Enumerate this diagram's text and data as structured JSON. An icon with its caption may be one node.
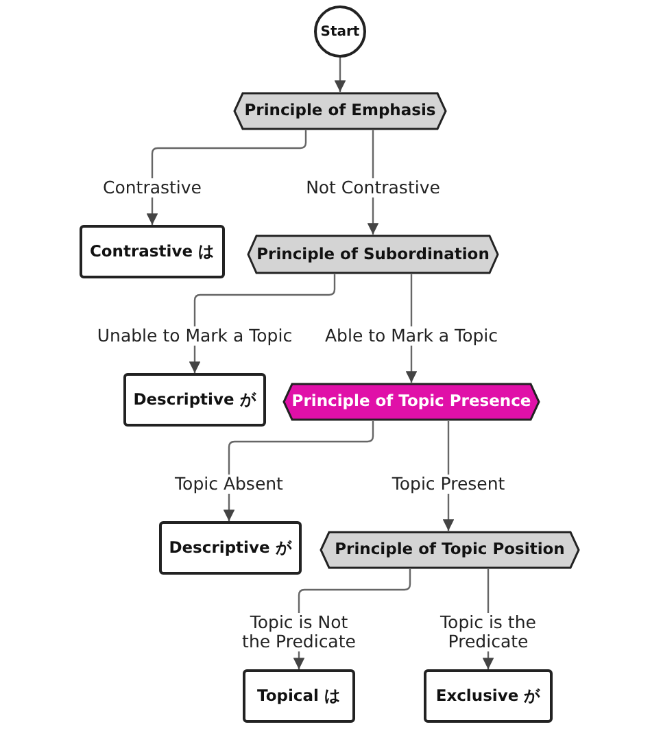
{
  "diagram": {
    "nodes": [
      {
        "text": [
          "Start"
        ]
      },
      {
        "text": [
          "Principle of Emphasis"
        ]
      },
      {
        "text": [
          "Contrastive は"
        ]
      },
      {
        "text": [
          "Principle of Subordination"
        ]
      },
      {
        "text": [
          "Descriptive が"
        ]
      },
      {
        "text": [
          "Principle of Topic Presence"
        ]
      },
      {
        "text": [
          "Descriptive が"
        ]
      },
      {
        "text": [
          "Principle of Topic Position"
        ]
      },
      {
        "text": [
          "Topical は"
        ]
      },
      {
        "text": [
          "Exclusive が"
        ]
      }
    ],
    "edges": [
      {
        "from": 0,
        "to": 1,
        "arrow": "to"
      },
      {
        "from": 1,
        "to": 2,
        "arrow": "to",
        "label": "Contrastive"
      },
      {
        "from": 1,
        "to": 3,
        "arrow": "to",
        "label": "Not Contrastive"
      },
      {
        "from": 3,
        "to": 4,
        "arrow": "to",
        "label": "Unable to Mark a Topic"
      },
      {
        "from": 3,
        "to": 5,
        "arrow": "to",
        "label": "Able to Mark a Topic"
      },
      {
        "from": 5,
        "to": 6,
        "arrow": "to",
        "label": "Topic Absent"
      },
      {
        "from": 5,
        "to": 7,
        "arrow": "to",
        "label": "Topic Present"
      },
      {
        "from": 7,
        "to": 8,
        "arrow": "to",
        "label": "Topic is Not the Predicate"
      },
      {
        "from": 7,
        "to": 9,
        "arrow": "to",
        "label": "Topic is the Predicate"
      }
    ]
  }
}
